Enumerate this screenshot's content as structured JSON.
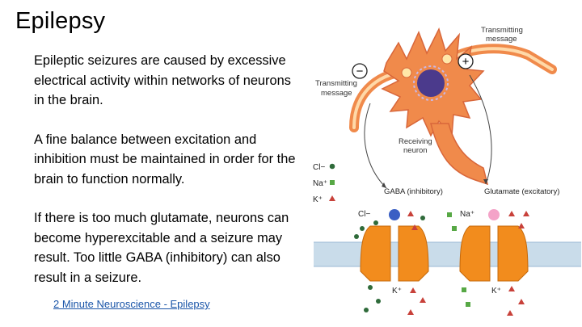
{
  "slide": {
    "title": "Epilepsy",
    "paragraphs": [
      "Epileptic seizures are caused by excessive electrical activity within networks of neurons in the brain.",
      "A fine balance between excitation and inhibition must be maintained in order for the brain to function normally.",
      "If there is too much glutamate, neurons can become hyperexcitable and a seizure may result.  Too little GABA (inhibitory) can also result in a seizure."
    ],
    "link_text": "2 Minute Neuroscience - Epilepsy"
  },
  "figure": {
    "label_transmitting_top": [
      "Transmitting",
      "message"
    ],
    "label_transmitting_left": [
      "Transmitting",
      "message"
    ],
    "label_receiving": [
      "Receiving",
      "neuron"
    ],
    "sign_minus": "−",
    "sign_plus": "+",
    "legend": [
      {
        "ion": "Cl−",
        "shape": "circle",
        "color": "#2f6b3a"
      },
      {
        "ion": "Na⁺",
        "shape": "square",
        "color": "#57a845"
      },
      {
        "ion": "K⁺",
        "shape": "triangle",
        "color": "#c8413a"
      }
    ],
    "gaba_label": "GABA (inhibitory)",
    "glutamate_label": "Glutamate (excitatory)",
    "channel_left_top_ion": "Cl−",
    "channel_left_bottom_ion": "K⁺",
    "channel_right_top_ion": "Na⁺",
    "channel_right_bottom_ion": "K⁺",
    "colors": {
      "neuron": "#f08a4b",
      "neuron_dark": "#d8663a",
      "nucleus": "#4b3a8c",
      "membrane": "#c9dcea",
      "channel": "#f28c1d",
      "gaba_ball": "#3a5fc4",
      "glutamate_ball": "#f4a3c8"
    }
  }
}
